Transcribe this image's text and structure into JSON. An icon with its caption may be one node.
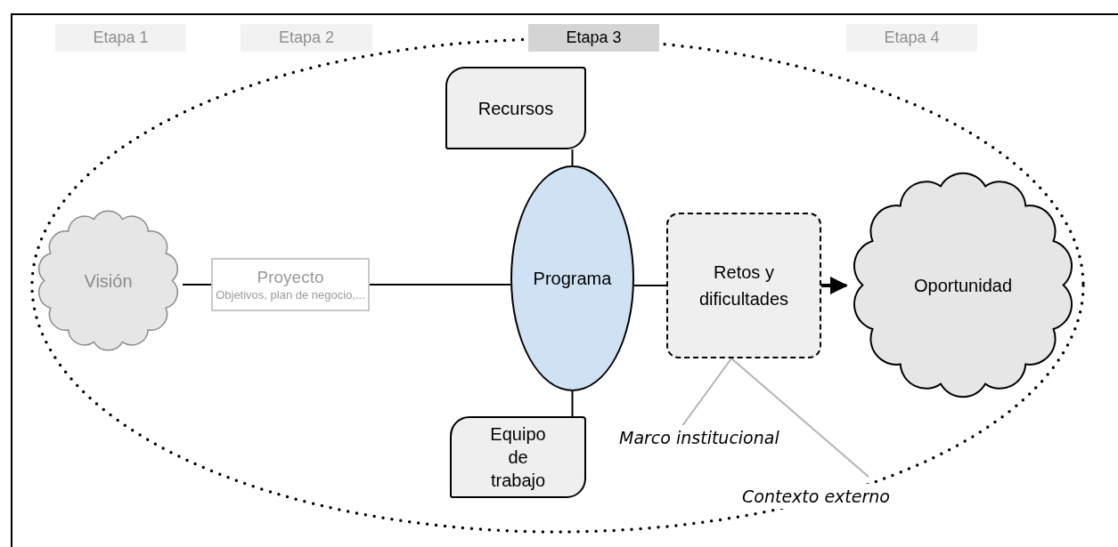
{
  "diagram": {
    "nodes": [
      {
        "text": [
          "Etapa 1"
        ]
      },
      {
        "text": [
          "Etapa 2"
        ]
      },
      {
        "text": [
          "Etapa 3"
        ]
      },
      {
        "text": [
          "Etapa 4"
        ]
      },
      {
        "text": [
          "Recursos"
        ]
      },
      {
        "text": [
          "Visión"
        ]
      },
      {
        "text": [
          "Proyecto",
          "Objetivos, plan de negocio,..."
        ]
      },
      {
        "text": [
          "Programa"
        ]
      },
      {
        "text": [
          "Retos y dificultades"
        ]
      },
      {
        "text": [
          "Oportunidad"
        ]
      },
      {
        "text": [
          "Equipo de trabajo"
        ]
      },
      {
        "text": [
          "Marco institucional"
        ]
      },
      {
        "text": [
          "Contexto externo"
        ]
      }
    ],
    "edges": [
      {
        "from": 5,
        "to": 6,
        "arrow": "none"
      },
      {
        "from": 6,
        "to": 7,
        "arrow": "none"
      },
      {
        "from": 4,
        "to": 7,
        "arrow": "none"
      },
      {
        "from": 7,
        "to": 10,
        "arrow": "none"
      },
      {
        "from": 7,
        "to": 8,
        "arrow": "none"
      },
      {
        "from": 8,
        "to": 9,
        "arrow": "to",
        "style": "thick"
      },
      {
        "from": 11,
        "to": 8,
        "arrow": "none",
        "color": "#b3b3b3"
      },
      {
        "from": 12,
        "to": 8,
        "arrow": "none",
        "color": "#b3b3b3"
      }
    ]
  }
}
